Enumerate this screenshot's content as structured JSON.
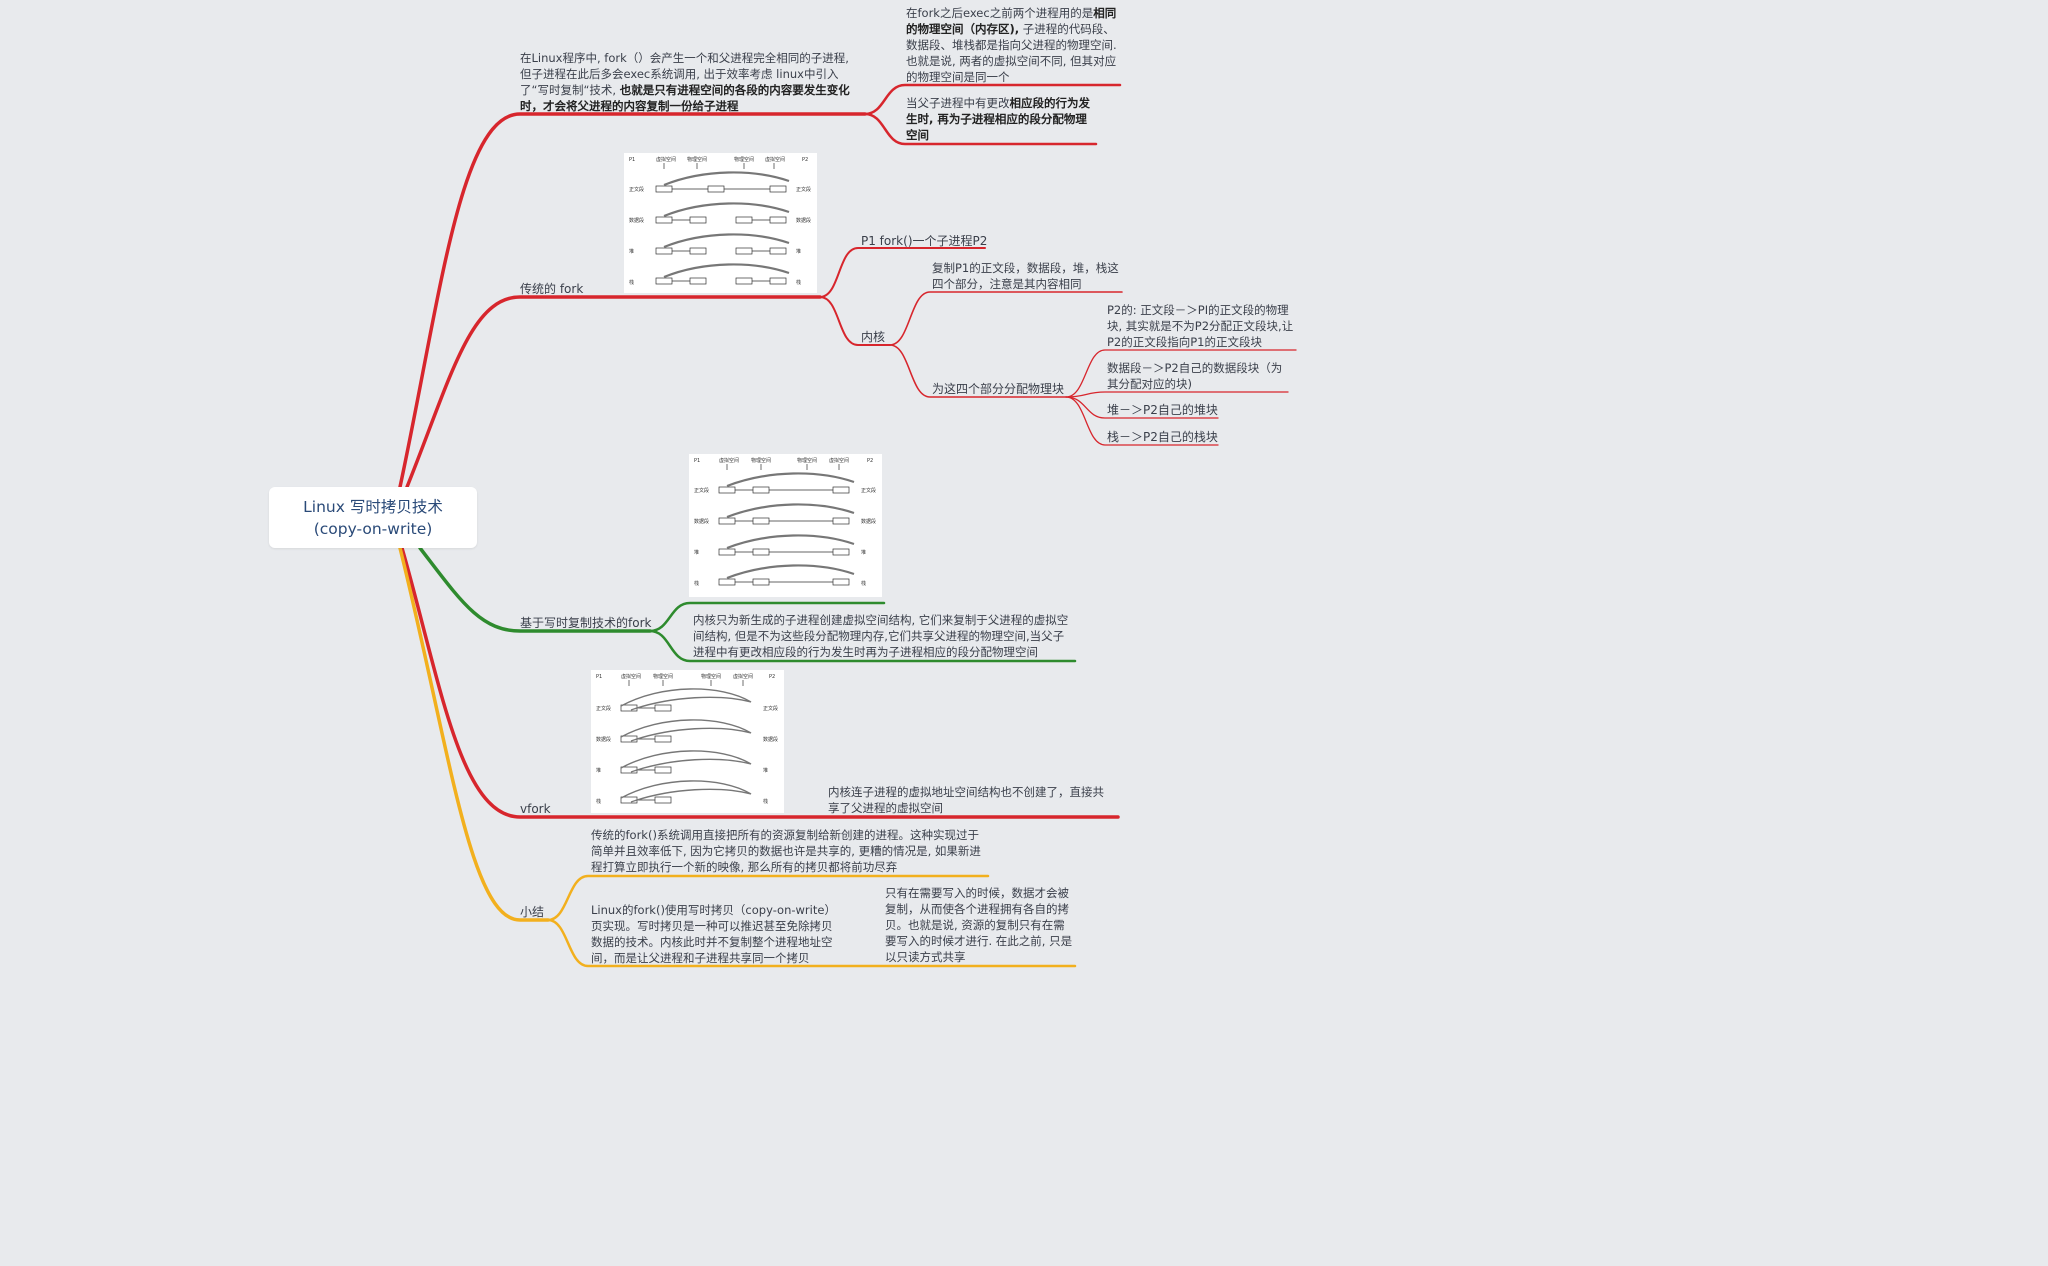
{
  "root": {
    "title": "Linux 写时拷贝技术(copy-on-write)"
  },
  "colors": {
    "red": "#d7262d",
    "green": "#2e8b2e",
    "yellow": "#f2b01e",
    "background": "#e8eaed"
  },
  "intro": {
    "text_plain": "在Linux程序中, fork（）会产生一个和父进程完全相同的子进程,但子进程在此后多会exec系统调用, 出于效率考虑 linux中引入了“写时复制“技术, ",
    "text_bold": "也就是只有进程空间的各段的内容要发生变化时，才会将父进程的内容复制一份给子进程",
    "note1_plain_a": "在fork之后exec之前两个进程用的是",
    "note1_bold_a": "相同的物理空间（内存区),",
    "note1_plain_b": " 子进程的代码段、数据段、堆栈都是指向父进程的物理空间. 也就是说, 两者的虚拟空间不同, 但其对应的物理空间是同一个",
    "note2_plain": "当父子进程中有更改",
    "note2_bold": "相应段的行为发生时, 再为子进程相应的段分配物理空间"
  },
  "traditional": {
    "label": "传统的 fork",
    "child1": "P1 fork()一个子进程P2",
    "kernel": "内核",
    "copy_note": "复制P1的正文段，数据段，堆，栈这四个部分，注意是其内容相同",
    "alloc": "为这四个部分分配物理块",
    "leaf1": "P2的: 正文段－＞PI的正文段的物理块, 其实就是不为P2分配正文段块,让P2的正文段指向P1的正文段块",
    "leaf2": "数据段－＞P2自己的数据段块（为其分配对应的块)",
    "leaf3": "堆－＞P2自己的堆块",
    "leaf4": "栈－＞P2自己的栈块"
  },
  "cow": {
    "label": "基于写时复制技术的fork",
    "text": "内核只为新生成的子进程创建虚拟空间结构, 它们来复制于父进程的虚拟空间结构, 但是不为这些段分配物理内存,它们共享父进程的物理空间,当父子进程中有更改相应段的行为发生时再为子进程相应的段分配物理空间"
  },
  "vfork": {
    "label": "vfork",
    "text": "内核连子进程的虚拟地址空间结构也不创建了，直接共享了父进程的虚拟空间"
  },
  "summary": {
    "label": "小结",
    "text1": "传统的fork()系统调用直接把所有的资源复制给新创建的进程。这种实现过于简单并且效率低下, 因为它拷贝的数据也许是共享的, 更糟的情况是, 如果新进程打算立即执行一个新的映像, 那么所有的拷贝都将前功尽弃",
    "text2": "Linux的fork()使用写时拷贝（copy-on-write）页实现。写时拷贝是一种可以推迟甚至免除拷贝数据的技术。内核此时并不复制整个进程地址空间，而是让父进程和子进程共享同一个拷贝",
    "text3": "只有在需要写入的时候，数据才会被复制，从而使各个进程拥有各自的拷贝。也就是说, 资源的复制只有在需要写入的时候才进行. 在此之前, 只是以只读方式共享"
  },
  "diagram_labels": {
    "p1": "P1",
    "p2": "P2",
    "virtual": "虚拟空间",
    "physical": "物理空间",
    "text_seg": "正文段",
    "data_seg": "数据段",
    "heap": "堆",
    "stack": "栈"
  }
}
